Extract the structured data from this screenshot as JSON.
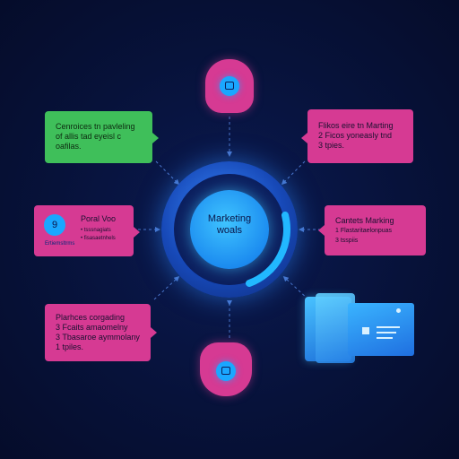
{
  "hub": {
    "line1": "Marketing",
    "line2": "woals"
  },
  "top_node": {
    "icon": "lock-icon"
  },
  "bottom_node": {
    "icon": "copy-icon"
  },
  "cards": {
    "top_left": {
      "color": "#3fbf5a",
      "lines": [
        "Cenroices tn pavleling",
        "of allis tad eyeisl c",
        "oafilas."
      ]
    },
    "top_right": {
      "color": "#d63a93",
      "lines": [
        "Flikos eire tn Marting",
        "2 Ficos yoneasly tnd",
        "3 tpies."
      ]
    },
    "mid_left": {
      "color": "#d63a93",
      "number": "9",
      "number_sub": "Ertiemsltrms",
      "title": "Poral Voo",
      "items": [
        "• tsssnagiats",
        "• fisasaetnhels"
      ]
    },
    "mid_right": {
      "color": "#d63a93",
      "lines": [
        "Cantets Marking",
        "1 Flastaritaelonpuas",
        "3 tsspiis"
      ]
    },
    "bottom_left": {
      "color": "#d63a93",
      "lines": [
        "Plarhces corgading",
        "3 Fcaits amaomelny",
        "3 Tbasaroe aymmolany",
        "1 tpiles."
      ]
    }
  },
  "device": {
    "icon": "flag-icon"
  },
  "colors": {
    "background": "#07123a",
    "accent_pink": "#d63a93",
    "accent_green": "#3fbf5a",
    "accent_blue": "#1aa7ff",
    "connector": "#4a74c9"
  }
}
